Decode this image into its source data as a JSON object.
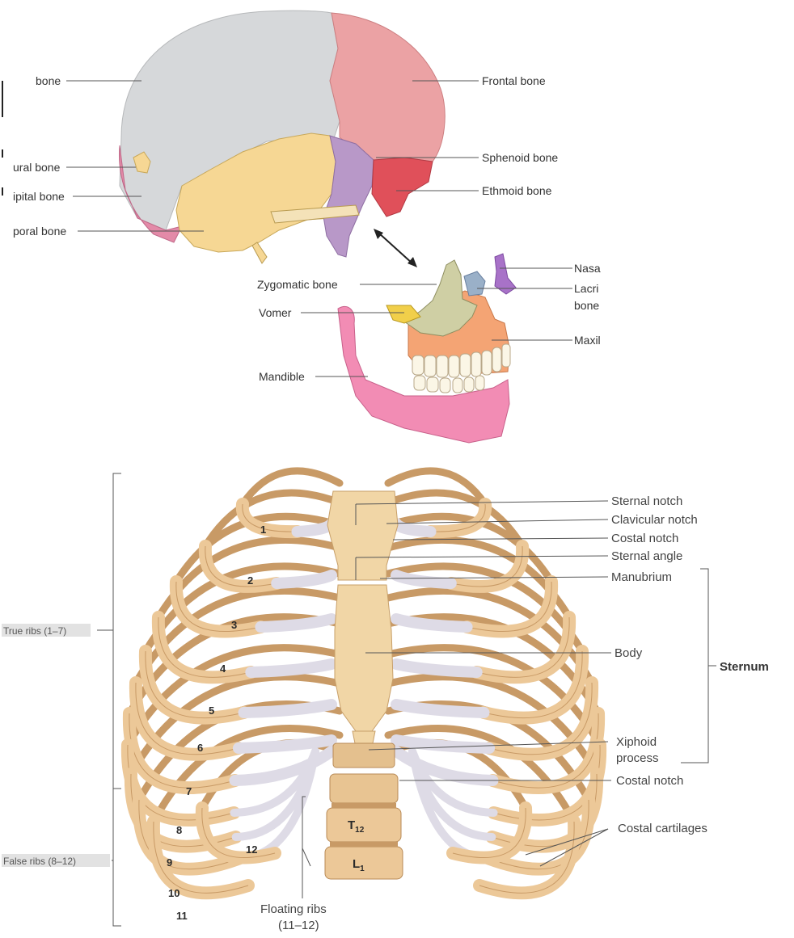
{
  "skull": {
    "labels": {
      "parietal": "bone",
      "sutural": "ural bone",
      "occipital": "ipital bone",
      "temporal": "poral bone",
      "frontal": "Frontal bone",
      "sphenoid": "Sphenoid bone",
      "ethmoid": "Ethmoid bone",
      "nasal": "Nasa",
      "lacrimal_1": "Lacri",
      "lacrimal_2": "bone",
      "zygomatic": "Zygomatic bone",
      "vomer": "Vomer",
      "maxilla": "Maxil",
      "mandible": "Mandible"
    },
    "colors": {
      "parietal": "#d6d8da",
      "frontal": "#eba2a4",
      "temporal": "#f6d794",
      "occipital": "#e38aa8",
      "sphenoid": "#b898c8",
      "ethmoid": "#e0505a",
      "zygomatic": "#cfcfa4",
      "maxilla": "#f4a474",
      "mandible": "#f28cb4",
      "nasal": "#a872c8",
      "lacrimal": "#9ab0c8",
      "vomer": "#f1cf4a",
      "teeth": "#fbf6e6"
    }
  },
  "thorax": {
    "labels": {
      "sternal_notch": "Sternal notch",
      "clavicular_notch": "Clavicular notch",
      "costal_notch_top": "Costal notch",
      "sternal_angle": "Sternal angle",
      "manubrium": "Manubrium",
      "body": "Body",
      "sternum": "Sternum",
      "xiphoid_1": "Xiphoid",
      "xiphoid_2": "process",
      "costal_notch_bottom": "Costal notch",
      "costal_cartilages": "Costal cartilages",
      "floating_1": "Floating ribs",
      "floating_2": "(11–12)",
      "true_ribs": "True ribs (1–7)",
      "false_ribs": "False ribs (8–12)",
      "t12": "T",
      "t12_sub": "12",
      "l1": "L",
      "l1_sub": "1"
    },
    "rib_numbers": [
      "1",
      "2",
      "3",
      "4",
      "5",
      "6",
      "7",
      "8",
      "9",
      "10",
      "11",
      "12"
    ],
    "colors": {
      "bone": "#ecc898",
      "bone_dark": "#c89a66",
      "cartilage": "#dedbe6",
      "sternum": "#f1d6a6"
    }
  }
}
